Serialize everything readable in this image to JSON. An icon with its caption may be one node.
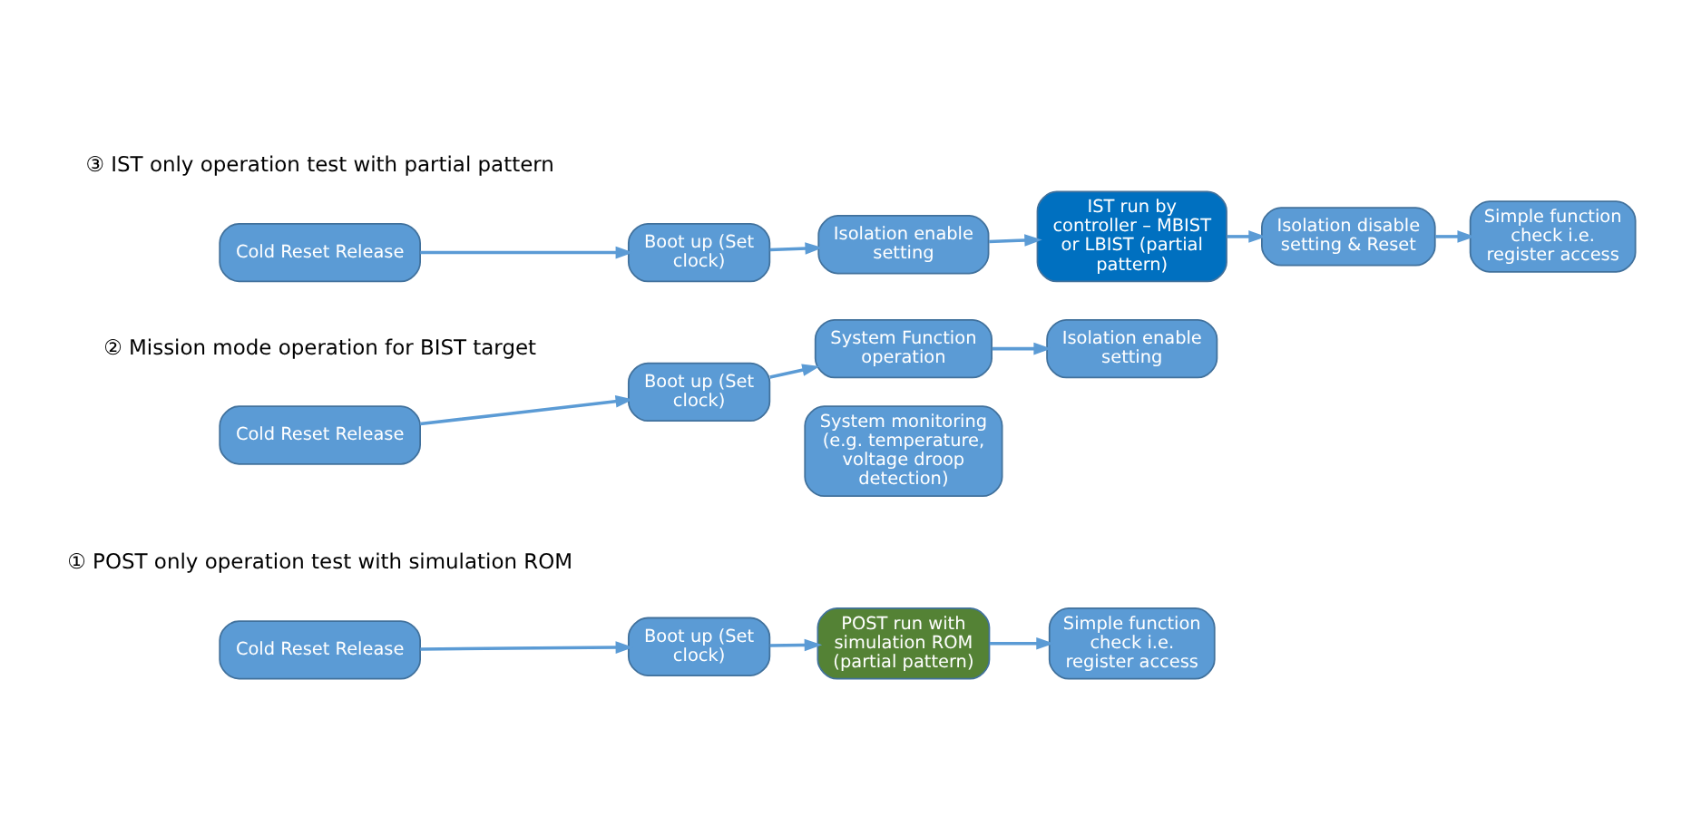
{
  "diagram": {
    "nodes": [
      {
        "text": [
          "Cold Reset Release"
        ]
      },
      {
        "text": [
          "Boot up (Set clock)"
        ]
      },
      {
        "text": [
          "POST run with simulation ROM (partial pattern)"
        ]
      },
      {
        "text": [
          "Simple function check i.e. register access"
        ]
      },
      {
        "text": [
          "Cold Reset Release"
        ]
      },
      {
        "text": [
          "Boot up (Set clock)"
        ]
      },
      {
        "text": [
          "System Function operation"
        ]
      },
      {
        "text": [
          "Isolation enable setting"
        ]
      },
      {
        "text": [
          "System monitoring (e.g. temperature, voltage droop detection)"
        ]
      },
      {
        "text": [
          "Cold Reset Release"
        ]
      },
      {
        "text": [
          "Boot up (Set clock)"
        ]
      },
      {
        "text": [
          "Isolation enable setting"
        ]
      },
      {
        "text": [
          "IST run by controller – MBIST or LBIST (partial pattern)"
        ]
      },
      {
        "text": [
          "Isolation disable setting & Reset"
        ]
      },
      {
        "text": [
          "Simple function check i.e. register access"
        ]
      }
    ],
    "edges": [
      {
        "from": 0,
        "to": 1,
        "arrow": "to"
      },
      {
        "from": 1,
        "to": 2,
        "arrow": "to"
      },
      {
        "from": 2,
        "to": 3,
        "arrow": "to"
      },
      {
        "from": 4,
        "to": 5,
        "arrow": "to"
      },
      {
        "from": 5,
        "to": 6,
        "arrow": "to"
      },
      {
        "from": 6,
        "to": 7,
        "arrow": "to"
      },
      {
        "from": 9,
        "to": 10,
        "arrow": "to"
      },
      {
        "from": 10,
        "to": 11,
        "arrow": "to"
      },
      {
        "from": 11,
        "to": 12,
        "arrow": "to"
      },
      {
        "from": 12,
        "to": 13,
        "arrow": "to"
      },
      {
        "from": 13,
        "to": 14,
        "arrow": "to"
      }
    ],
    "labels": [
      "① POST only operation test with simulation ROM",
      "② Mission mode operation for BIST target",
      "③ IST only operation test with partial pattern"
    ]
  }
}
